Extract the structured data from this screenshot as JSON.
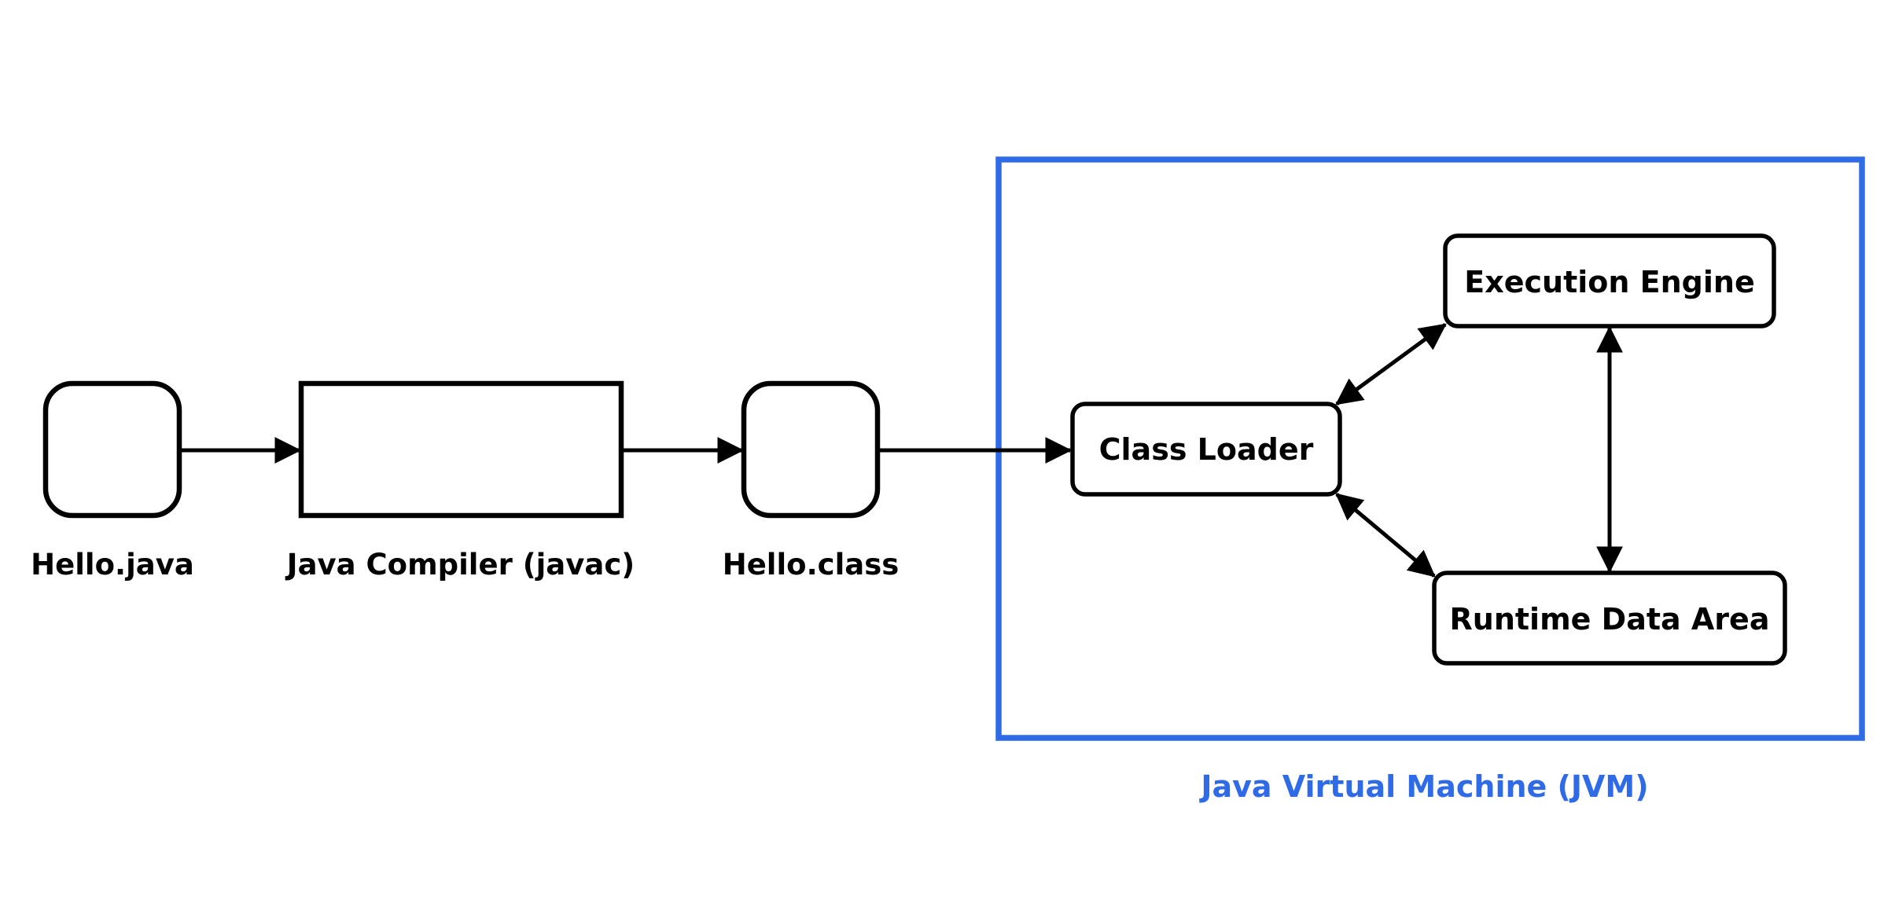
{
  "diagram": {
    "accent_color": "#2F6BE6",
    "stroke_color": "#000000",
    "source_file": {
      "label": "Hello.java"
    },
    "compiler": {
      "label": "Java Compiler (javac)"
    },
    "bytecode_file": {
      "label": "Hello.class"
    },
    "jvm": {
      "label": "Java Virtual Machine (JVM)",
      "class_loader": {
        "label": "Class Loader"
      },
      "execution_engine": {
        "label": "Execution Engine"
      },
      "runtime_data_area": {
        "label": "Runtime Data Area"
      }
    }
  }
}
